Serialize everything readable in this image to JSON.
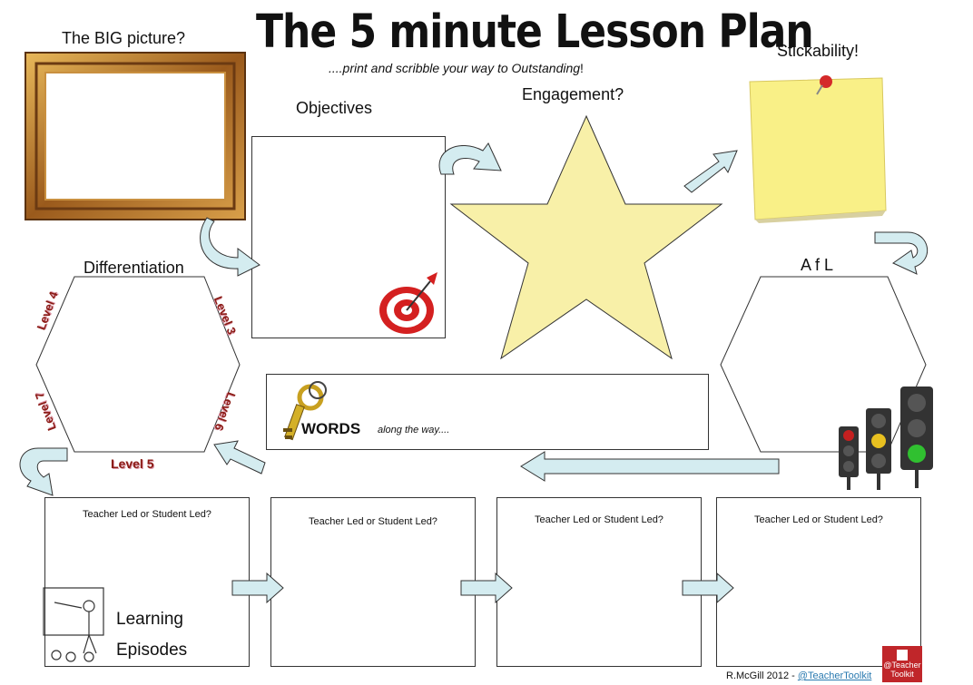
{
  "header": {
    "title": "The 5 minute Lesson Plan",
    "subtitle_prefix": "....print and scribble your way to Outstanding",
    "subtitle_suffix": "!"
  },
  "sections": {
    "big_picture": "The BIG picture?",
    "objectives": "Objectives",
    "engagement": "Engagement?",
    "stickability": "Stickability!",
    "differentiation": "Differentiation",
    "afl": "A f L"
  },
  "levels": [
    "Level 4",
    "Level 3",
    "Level 7",
    "Level 6",
    "Level 5"
  ],
  "words": {
    "title": "WORDS",
    "caption": "along the way...."
  },
  "episodes": {
    "question": "Teacher Led or Student Led?",
    "label_line1": "Learning",
    "label_line2": "Episodes"
  },
  "footer": {
    "credit": "R.McGill 2012 - ",
    "handle": "@TeacherToolkit",
    "badge_line1": "@Teacher",
    "badge_line2": "Toolkit"
  },
  "colors": {
    "arrow_fill": "#d4ecf0",
    "star_fill": "#f8f0a8",
    "note_fill": "#f9f087",
    "frame_gold": "#b8782a",
    "badge_red": "#c0262a"
  }
}
